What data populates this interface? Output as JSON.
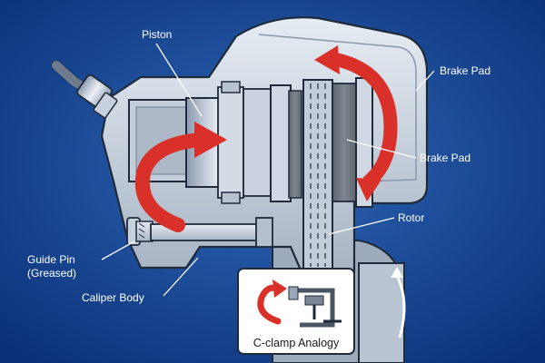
{
  "labels": {
    "piston": "Piston",
    "brake_pad_outer": "Brake Pad",
    "brake_pad_inner": "Brake Pad",
    "rotor": "Rotor",
    "guide_pin_line1": "Guide Pin",
    "guide_pin_line2": "(Greased)",
    "caliper_body": "Caliper Body",
    "inset_caption": "C-clamp Analogy"
  },
  "colors": {
    "background": "#0d3d8a",
    "metal_light": "#d6dee8",
    "metal_mid": "#a9b6c6",
    "metal_dark": "#6e7f94",
    "outline": "#1f2a3a",
    "arrow_red": "#d9302a",
    "pad_gray": "#6d747d"
  },
  "icons": [
    "c-clamp-icon",
    "curved-arrow-icon"
  ]
}
